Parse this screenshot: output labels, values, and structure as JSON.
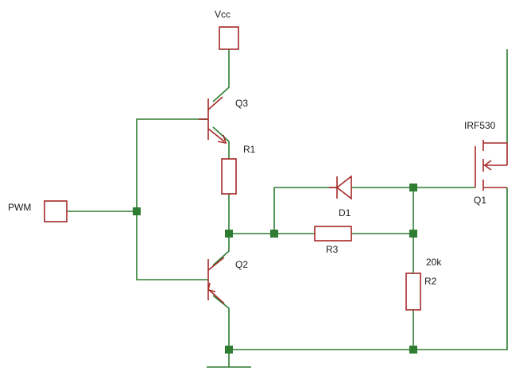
{
  "labels": {
    "vcc": "Vcc",
    "pwm": "PWM",
    "q3": "Q3",
    "r1": "R1",
    "q2": "Q2",
    "d1": "D1",
    "r3": "R3",
    "r2_value": "20k",
    "r2": "R2",
    "mosfet_part": "IRF530",
    "q1": "Q1"
  },
  "colors": {
    "wire": "#2e7d32",
    "component": "#a52828",
    "junction": "#2e7d32",
    "text": "#1a1a1a"
  }
}
